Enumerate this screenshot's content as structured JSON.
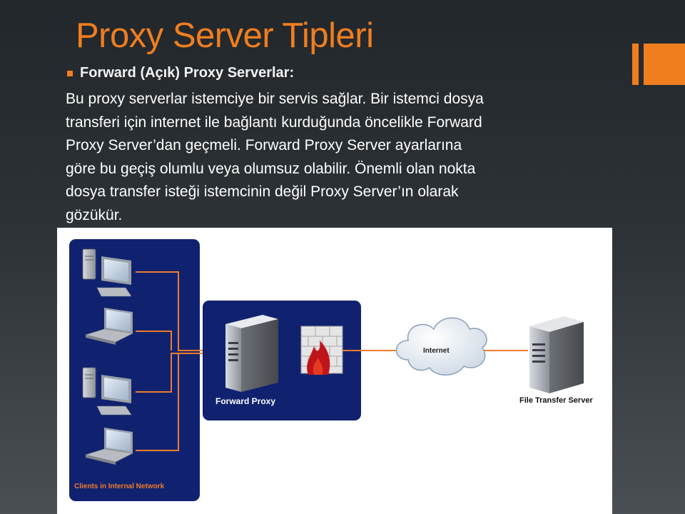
{
  "slide": {
    "title": "Proxy Server Tipleri",
    "bullet_heading": "Forward (Açık) Proxy Serverlar:",
    "body_lines": [
      "Bu proxy serverlar istemciye bir servis sağlar. Bir istemci dosya",
      "transferi için internet ile bağlantı kurduğunda öncelikle Forward",
      "Proxy Server’dan geçmeli. Forward Proxy Server ayarlarına",
      "göre bu geçiş olumlu veya olumsuz olabilir. Önemli olan nokta",
      "dosya transfer isteği istemcinin değil Proxy Server’ın olarak",
      "gözükür."
    ]
  },
  "diagram": {
    "clients_label": "Clients in Internal Network",
    "proxy_label": "Forward Proxy",
    "internet_label": "Internet",
    "server_label": "File Transfer Server"
  },
  "colors": {
    "accent": "#f07e1f",
    "panel": "#10226f",
    "connector": "#ef7b2d"
  },
  "icons": [
    "desktop-computer-icon",
    "laptop-icon",
    "server-tower-icon",
    "firewall-icon",
    "cloud-icon"
  ]
}
